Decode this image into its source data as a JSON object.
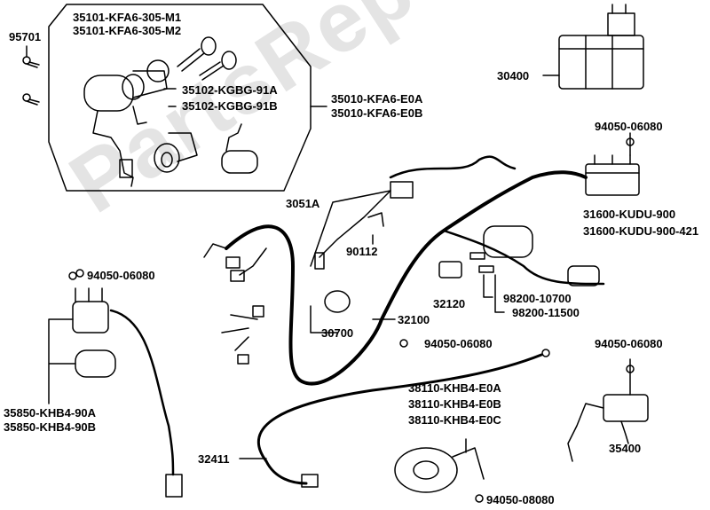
{
  "watermark": "PartsRepublik",
  "labels": {
    "l95701": "95701",
    "key_m1": "35101-KFA6-305-M1",
    "key_m2": "35101-KFA6-305-M2",
    "kgbg_a": "35102-KGBG-91A",
    "kgbg_b": "35102-KGBG-91B",
    "kfa6_e0a": "35010-KFA6-E0A",
    "kfa6_e0b": "35010-KFA6-E0B",
    "l30400": "30400",
    "bolt_top": "94050-06080",
    "l3051a": "3051A",
    "l90112": "90112",
    "reg_900": "31600-KUDU-900",
    "reg_421": "31600-KUDU-900-421",
    "bolt_left": "94050-06080",
    "l32120": "32120",
    "fuse_a": "98200-10700",
    "fuse_b": "98200-11500",
    "l30700": "30700",
    "l32100": "32100",
    "bolt_mid": "94050-06080",
    "bolt_right": "94050-06080",
    "relay_a": "35850-KHB4-90A",
    "relay_b": "35850-KHB4-90B",
    "horn_a": "38110-KHB4-E0A",
    "horn_b": "38110-KHB4-E0B",
    "horn_c": "38110-KHB4-E0C",
    "l32411": "32411",
    "l35400": "35400",
    "bolt_bottom": "94050-08080"
  }
}
